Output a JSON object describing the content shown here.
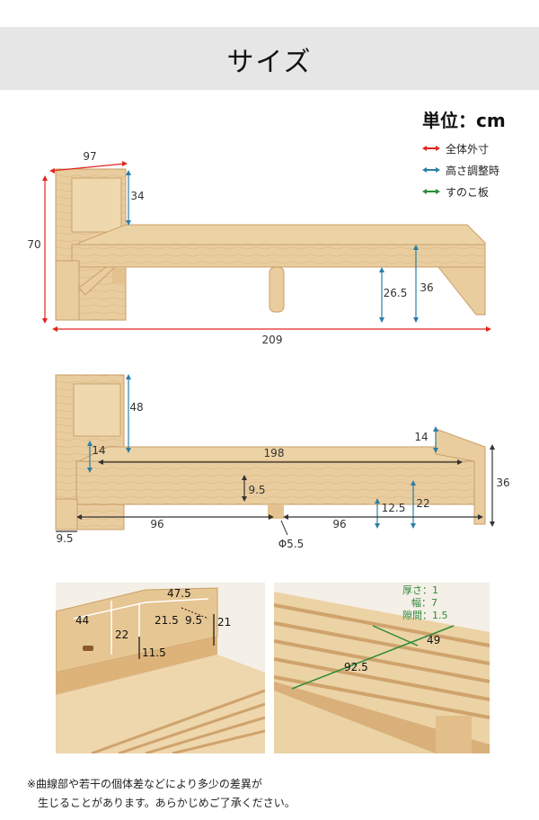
{
  "title": "サイズ",
  "legend": {
    "unit": "単位：cm",
    "items": [
      {
        "label": "全体外寸",
        "color": "#e0261f"
      },
      {
        "label": "高さ調整時",
        "color": "#2a7ea6"
      },
      {
        "label": "すのこ板",
        "color": "#2e8b3a"
      }
    ]
  },
  "colors": {
    "red": "#e0261f",
    "blue": "#2a7ea6",
    "green": "#2e8b3a",
    "wood": "#e7c99a",
    "woodDark": "#c99f67"
  },
  "diagram1": {
    "width_headboard": "97",
    "height_overall": "70",
    "headboard_upper": "34",
    "leg_height": "26.5",
    "bed_height": "36",
    "length_overall": "209"
  },
  "diagram2": {
    "headboard_upper": "48",
    "headboard_side": "14",
    "inner_length": "198",
    "footboard_upper": "14",
    "right_height": "36",
    "center_gap": "9.5",
    "leg_low": "12.5",
    "leg_high": "22",
    "half_left": "96",
    "half_right": "96",
    "leg_offset": "9.5",
    "leg_diameter": "Φ5.5"
  },
  "photo1": {
    "shelf_width": "47.5",
    "shelf_left_width": "44",
    "shelf_height": "22",
    "shelf_mid": "21.5",
    "shelf_small": "9.5",
    "shelf_right_h": "21",
    "shelf_bottom": "11.5"
  },
  "photo2": {
    "thickness": "厚さ：1",
    "width": "幅：7",
    "gap": "隙間：1.5",
    "slat_width": "49",
    "slat_length": "92.5"
  },
  "note": {
    "line1": "※曲線部や若干の個体差などにより多少の差異が",
    "line2": "生じることがあります。あらかじめご了承ください。"
  }
}
